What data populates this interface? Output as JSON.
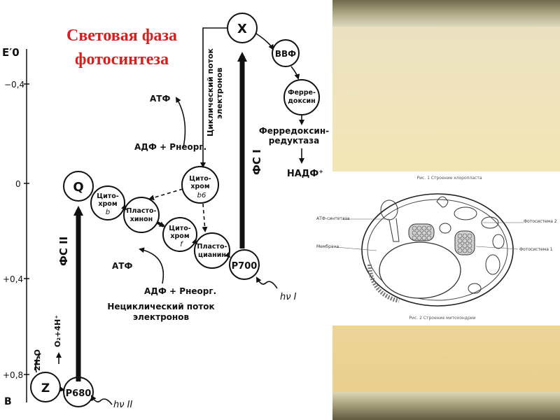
{
  "title": {
    "line1": "Световая фаза",
    "line2": "фотосинтеза"
  },
  "axis": {
    "label": "E′0",
    "unit": "B",
    "ticks": [
      "−0,4",
      "0",
      "+0,4",
      "+0,8"
    ]
  },
  "nodes": {
    "x": "X",
    "q": "Q",
    "z": "Z",
    "p680": "P680",
    "p700": "P700",
    "vvf": "ВВФ",
    "ferredoxin": [
      "Ферре-",
      "доксин"
    ],
    "cytochrome_b6": [
      "Цито-",
      "хром",
      "b6"
    ],
    "cytochrome_b": [
      "Цито-",
      "хром",
      "b"
    ],
    "plastoquinone": [
      "Пласто-",
      "хинон"
    ],
    "cytochrome_f": [
      "Цито-",
      "хром",
      "f"
    ],
    "plastocyanin": [
      "Пласто-",
      "цианин"
    ]
  },
  "labels": {
    "ps1": "ФС I",
    "ps2": "ФС II",
    "cyclic_flow": [
      "Циклический поток",
      "электронов"
    ],
    "noncyclic_flow": [
      "Нециклический поток",
      "электронов"
    ],
    "ferredoxin_reductase": [
      "Ферредоксин-",
      "редуктаза"
    ],
    "nadf": "НАДФ⁺",
    "atf_top": "АТФ",
    "adf_top": "АДФ + Pнеорг.",
    "atf_bottom": "АТФ",
    "adf_bottom": "АДФ + Pнеорг.",
    "water": "2H₂O",
    "oxygen": "O₂+4H⁺",
    "hv1": "hν I",
    "hv2": "hν II"
  },
  "inset": {
    "top_caption": "Рис. 1 Строение хлоропласта",
    "bottom_caption": "Рис. 2 Строение митохондрии",
    "labels": {
      "atp_synthase": "АТФ-синтетаза",
      "membrane": "Мембрана",
      "photosystem2": "Фотосистема 2",
      "photosystem1": "Фотосистема 1"
    }
  },
  "colors": {
    "title": "#d81e1e",
    "ink": "#111111"
  }
}
